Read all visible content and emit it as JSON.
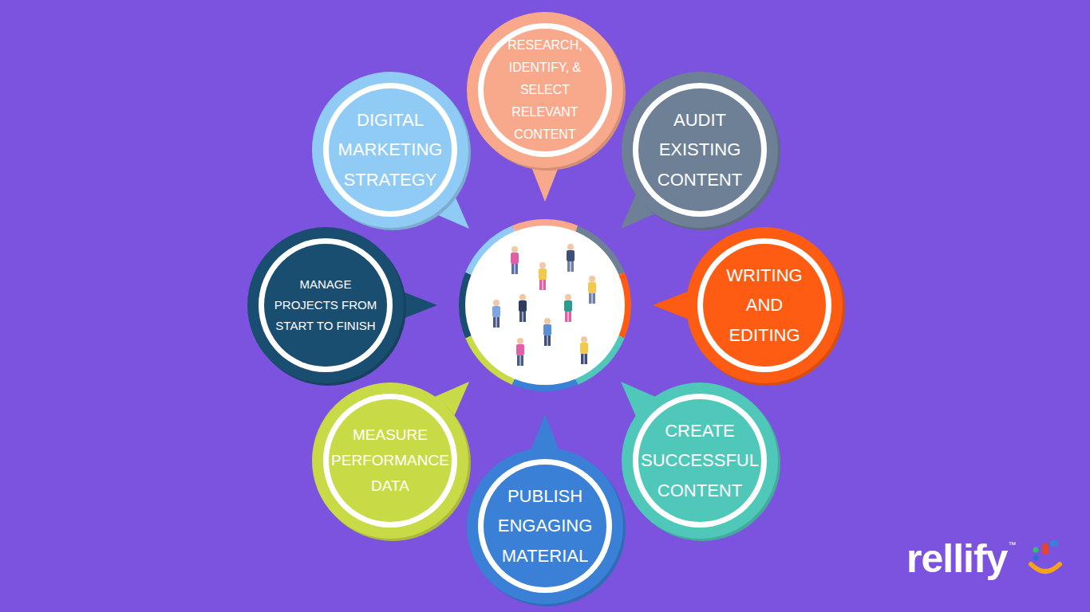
{
  "diagram": {
    "nodes": [
      {
        "text": [
          "RESEARCH, IDENTIFY, & SELECT RELEVANT CONTENT"
        ]
      },
      {
        "text": [
          "AUDIT EXISTING CONTENT"
        ]
      },
      {
        "text": [
          "WRITING AND EDITING"
        ]
      },
      {
        "text": [
          "CREATE SUCCESSFUL CONTENT"
        ]
      },
      {
        "text": [
          "PUBLISH ENGAGING MATERIAL"
        ]
      },
      {
        "text": [
          "MEASURE PERFORMANCE DATA"
        ]
      },
      {
        "text": [
          "MANAGE PROJECTS FROM START TO FINISH"
        ]
      },
      {
        "text": [
          "DIGITAL MARKETING STRATEGY"
        ]
      }
    ],
    "labels": [
      "rellify",
      "™"
    ]
  }
}
